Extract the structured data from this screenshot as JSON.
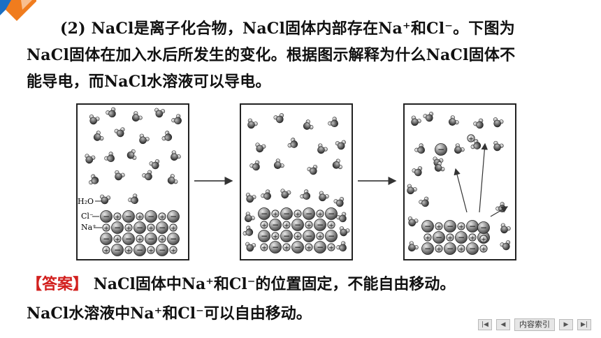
{
  "question": {
    "line1": "(2) NaCl是离子化合物，NaCl固体内部存在Na⁺和Cl⁻。下图为",
    "line2": "NaCl固体在加入水后所发生的变化。根据图示解释为什么NaCl固体不",
    "line3": "能导电，而NaCl水溶液可以导电。"
  },
  "diagram": {
    "label_water": "H₂O",
    "label_cl": "Cl⁻",
    "label_na": "Na⁺",
    "ion_plus": "+",
    "ion_minus": "−"
  },
  "answer": {
    "tag": "【答案】",
    "line1": "NaCl固体中Na⁺和Cl⁻的位置固定，不能自由移动。",
    "line2": "NaCl水溶液中Na⁺和Cl⁻可以自由移动。"
  },
  "nav": {
    "first": "|◀",
    "prev": "◀",
    "index": "内容索引",
    "next": "▶",
    "last": "▶|"
  },
  "colors": {
    "accent_orange": "#f07c1e",
    "accent_blue": "#1a6fc4",
    "answer_tag": "#d2201e"
  }
}
